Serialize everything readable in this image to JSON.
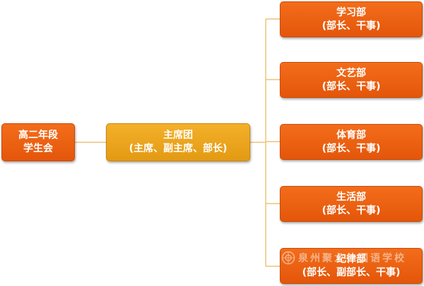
{
  "diagram": {
    "root": {
      "line1": "高二年段",
      "line2": "学生会"
    },
    "chair": {
      "line1": "主席团",
      "line2": "(主席、副主席、部长)"
    },
    "departments": [
      {
        "name": "学习部",
        "roles": "(部长、干事)"
      },
      {
        "name": "文艺部",
        "roles": "(部长、干事)"
      },
      {
        "name": "体育部",
        "roles": "(部长、干事)"
      },
      {
        "name": "生活部",
        "roles": "(部长、干事)"
      },
      {
        "name": "纪律部",
        "roles": "(部长、副部长、干事)"
      }
    ],
    "colors": {
      "box_orange": "#e85b0f",
      "box_gold": "#eda31f",
      "connector": "#ecc47a",
      "text": "#ffffff"
    }
  },
  "watermark": {
    "text": "泉州聚龙外国语学校",
    "logo": "school-emblem-icon"
  }
}
